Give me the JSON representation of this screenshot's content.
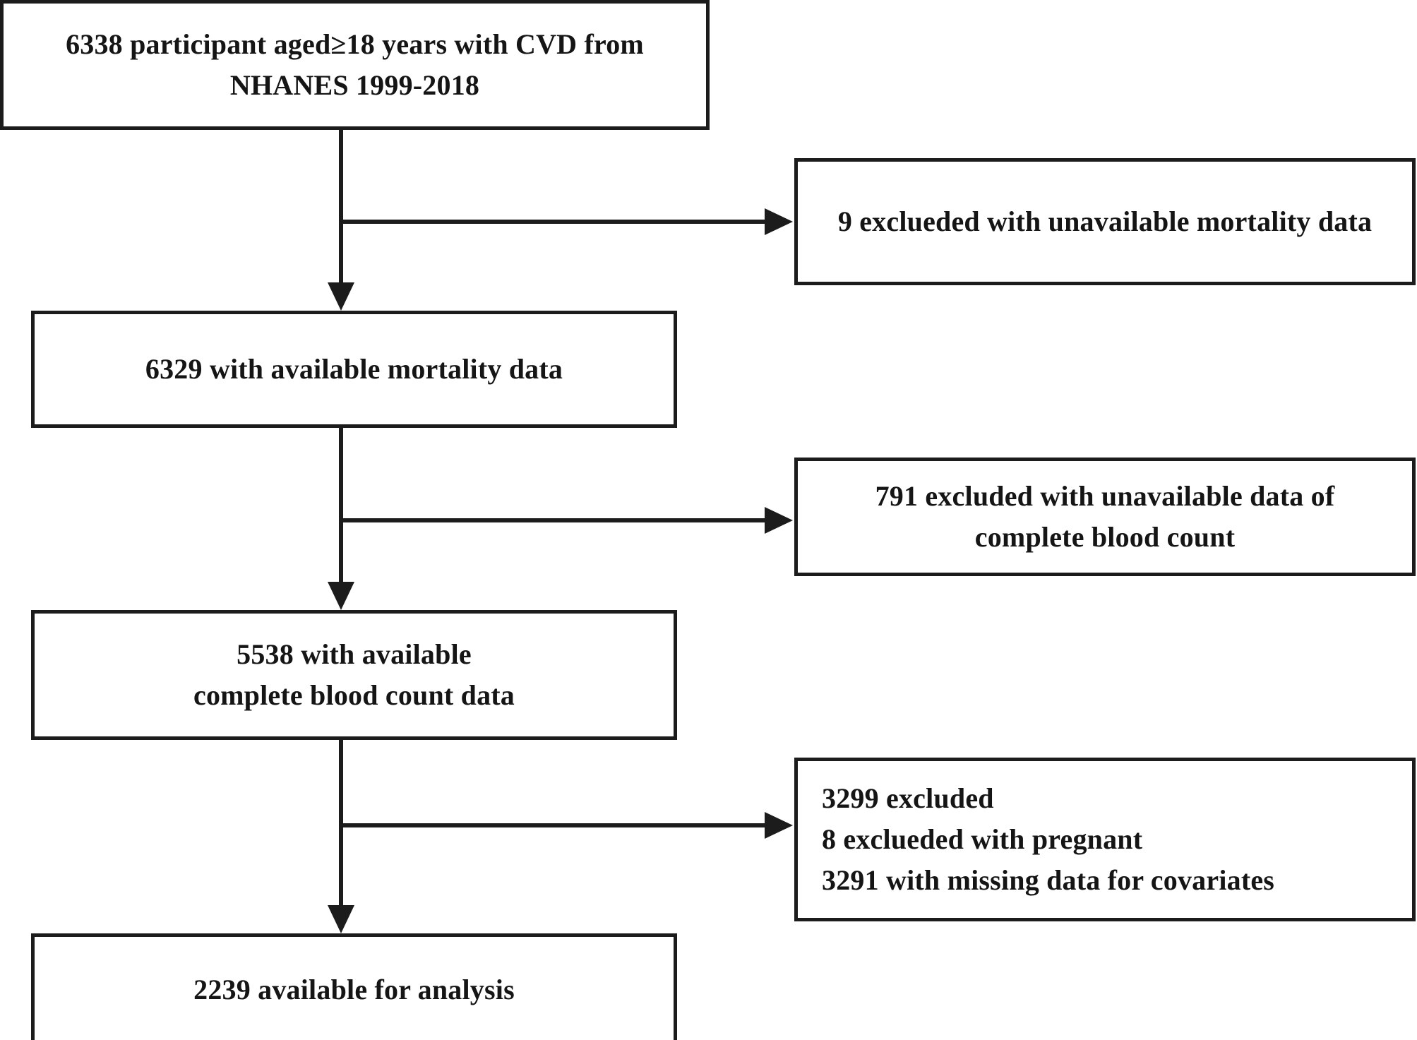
{
  "diagram": {
    "type": "flowchart",
    "title": "NHANES CVD participant selection flow",
    "orientation": "vertical-with-right-exclusions",
    "colors": {
      "stroke": "#1c1c1c",
      "fill": "#ffffff",
      "text": "#151515"
    },
    "main_nodes": [
      {
        "id": "node-enrolled",
        "text": "6338 participant aged≥18 years with CVD from\nNHANES 1999-2018",
        "count": 6338
      },
      {
        "id": "node-mortality",
        "text": "6329 with available mortality  data",
        "count": 6329
      },
      {
        "id": "node-cbc",
        "text": "5538 with available\ncomplete blood count  data",
        "count": 5538
      },
      {
        "id": "node-analysis",
        "text": "2239 available for analysis",
        "count": 2239
      }
    ],
    "exclusion_nodes": [
      {
        "id": "node-excl-mortality",
        "text": "9 exclueded with unavailable mortality  data",
        "count": 9,
        "align": "center"
      },
      {
        "id": "node-excl-cbc",
        "text": "791 excluded with unavailable data of\ncomplete blood count",
        "count": 791,
        "align": "center"
      },
      {
        "id": "node-excl-covariates",
        "text": "3299 excluded\n  8 exclueded with pregnant\n  3291 with missing data for covariates",
        "count": 3299,
        "align": "left"
      }
    ]
  }
}
